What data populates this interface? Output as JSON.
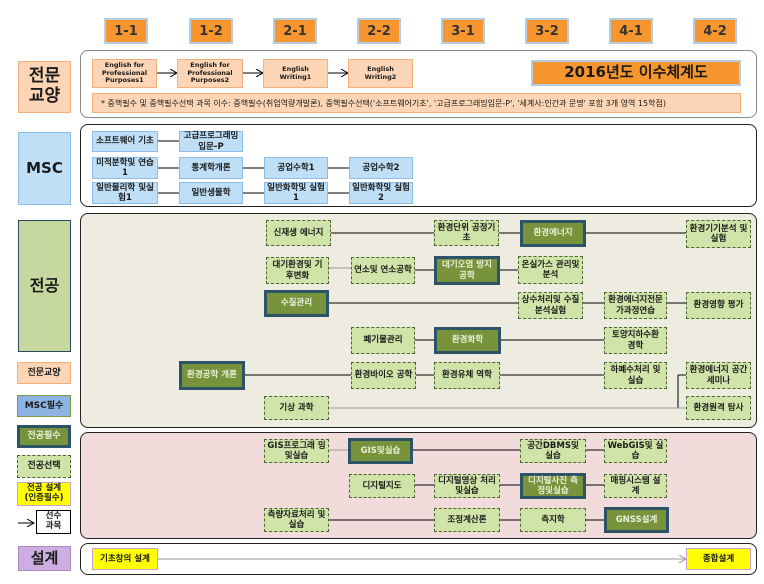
{
  "title": "2016년도 이수체계도",
  "semesters": [
    "1-1",
    "1-2",
    "2-1",
    "2-2",
    "3-1",
    "3-2",
    "4-1",
    "4-2"
  ],
  "categories": {
    "liberal": "전문\n교양",
    "msc": "MSC",
    "major": "전공",
    "design": "설계"
  },
  "liberal": {
    "courses": [
      "English for Professional Purposes1",
      "English for Professional Purposes2",
      "English Writing1",
      "English Writing2"
    ],
    "note": "* 중핵필수 및 중핵필수선택 과목 이수: 중핵필수(취업역량개발론), 중핵필수선택('소프트웨어기초', '고급프로그래밍입문-P', '세계사:인간과 문명' 포함 3개 영역 15학점)"
  },
  "msc": {
    "row1": [
      "소프트웨어 기초",
      "고급프로그래밍 입문-P"
    ],
    "row2": [
      "미적분학및 연습1",
      "통계학개론",
      "공업수학1",
      "공업수학2"
    ],
    "row3": [
      "일반물리학 및실험1",
      "일반생물학",
      "일반화학및 실험1",
      "일반화학및 실험2"
    ]
  },
  "major": {
    "env": {
      "c01": "신재생 에너지",
      "c02": "환경단위 공정기초",
      "c03": "환경에너지",
      "c04": "환경기기분석 및실험",
      "c05": "대기환경및 기후변화",
      "c06": "연소및 연소공학",
      "c07": "대기오염 방지공학",
      "c08": "온실가스 관리및분석",
      "c09": "수질관리",
      "c10": "상수처리및 수질분석실험",
      "c11": "환경에너지전문 가과정연습",
      "c12": "환경영향 평가",
      "c13": "폐기물관리",
      "c14": "환경화학",
      "c15": "토양지하수환 경학",
      "c16": "환경공학 개론",
      "c17": "환경바이오 공학",
      "c18": "환경유체 역학",
      "c19": "하폐수처리 및실습",
      "c20": "환경에너지 공간세미나",
      "c21": "기상 과학",
      "c22": "환경원격 탐사"
    },
    "geo": {
      "g01": "GIS프로그래 밍및실습",
      "g02": "GIS및실습",
      "g03": "공간DBMS및 실습",
      "g04": "WebGIS및 실습",
      "g05": "디지털지도",
      "g06": "디지털영상 처리및실습",
      "g07": "디지털사진 측정및실습",
      "g08": "매핑시스템 설계",
      "g09": "측량자료처리 및실습",
      "g10": "조정계산론",
      "g11": "측지학",
      "g12": "GNSS설계"
    }
  },
  "design": {
    "start": "기초창의 설계",
    "end": "종합설계"
  },
  "legend": {
    "liberal": "전문교양",
    "msc": "MSC필수",
    "required": "전공필수",
    "elective": "전공선택",
    "design": "전공 설계\n(인증필수)",
    "prereq": "선수\n과목"
  },
  "colors": {
    "semester": "#f7962e",
    "liberal": "#fbd5b5",
    "msc": "#bfdff7",
    "major_required": "#77933c",
    "major_elective": "#d0e3a8",
    "design": "#ffff00",
    "design_cat": "#ccaee0",
    "major_panel_env": "#eeebe0",
    "major_panel_geo": "#f2dcdb"
  }
}
